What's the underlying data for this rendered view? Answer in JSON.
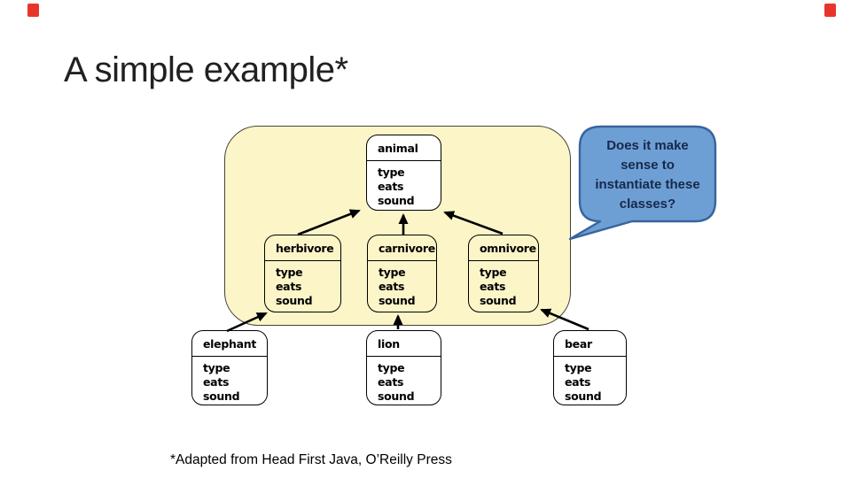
{
  "slide": {
    "title": "A simple example*",
    "footnote": "*Adapted from Head First Java, O’Reilly Press"
  },
  "colors": {
    "panel_background": "#FBF5C8",
    "panel_border": "#44443C",
    "box_border": "#000000",
    "box_fill": "#FFFFFF",
    "arrow": "#000000",
    "bubble_fill": "#6E9FD4",
    "bubble_border": "#38649E",
    "bubble_text": "#16294B",
    "corner_marker_red": "#E8352B"
  },
  "diagram": {
    "classes": {
      "animal": {
        "name": "animal",
        "attrs": [
          "type",
          "eats",
          "sound"
        ]
      },
      "herbivore": {
        "name": "herbivore",
        "attrs": [
          "type",
          "eats",
          "sound"
        ]
      },
      "carnivore": {
        "name": "carnivore",
        "attrs": [
          "type",
          "eats",
          "sound"
        ]
      },
      "omnivore": {
        "name": "omnivore",
        "attrs": [
          "type",
          "eats",
          "sound"
        ]
      },
      "elephant": {
        "name": "elephant",
        "attrs": [
          "type",
          "eats",
          "sound"
        ]
      },
      "lion": {
        "name": "lion",
        "attrs": [
          "type",
          "eats",
          "sound"
        ]
      },
      "bear": {
        "name": "bear",
        "attrs": [
          "type",
          "eats",
          "sound"
        ]
      }
    },
    "relations": [
      {
        "from": "herbivore",
        "to": "animal"
      },
      {
        "from": "carnivore",
        "to": "animal"
      },
      {
        "from": "omnivore",
        "to": "animal"
      },
      {
        "from": "elephant",
        "to": "herbivore"
      },
      {
        "from": "lion",
        "to": "carnivore"
      },
      {
        "from": "bear",
        "to": "omnivore"
      }
    ]
  },
  "callout": {
    "text": "Does it make sense to instantiate these classes?",
    "lines": [
      "Does it make",
      "sense to",
      "instantiate these",
      "classes?"
    ]
  }
}
